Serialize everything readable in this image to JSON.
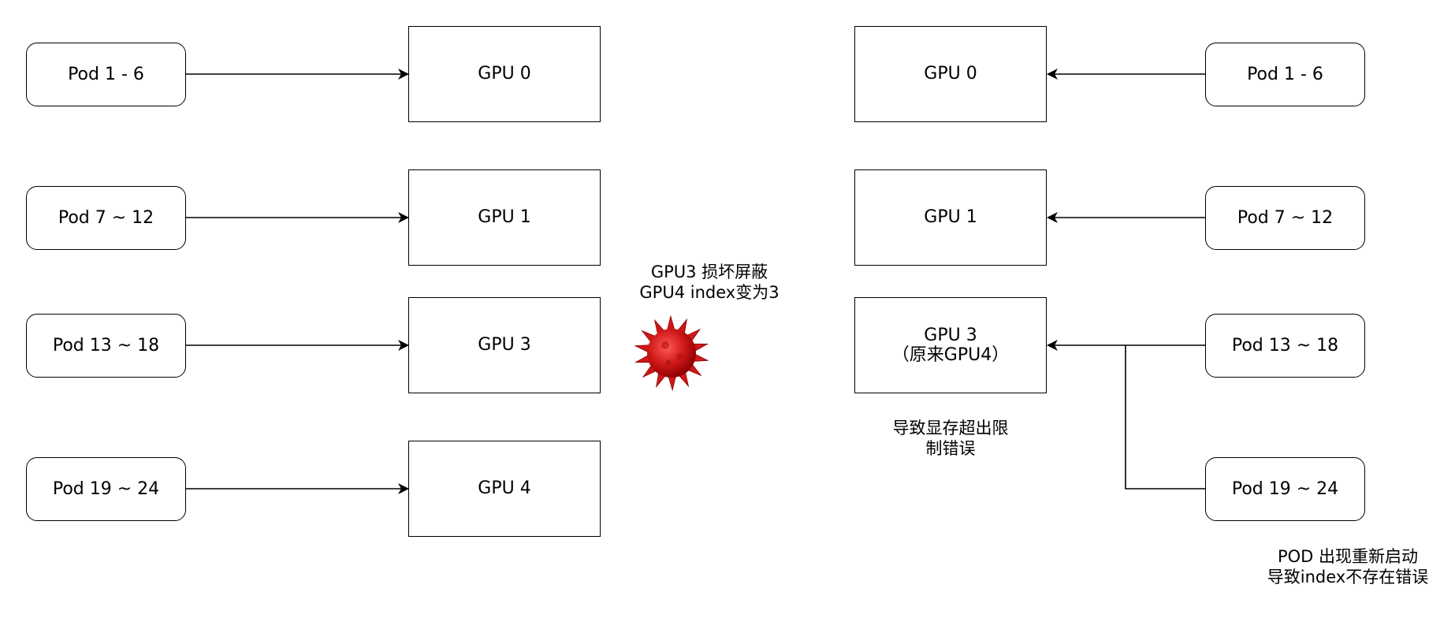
{
  "left": {
    "pods": [
      "Pod 1 - 6",
      "Pod 7 ~ 12",
      "Pod 13 ~ 18",
      "Pod 19 ~ 24"
    ],
    "gpus": [
      "GPU 0",
      "GPU 1",
      "GPU 3",
      "GPU 4"
    ]
  },
  "middle_note": "GPU3 损坏屏蔽\nGPU4 index变为3",
  "right": {
    "gpus": [
      "GPU 0",
      "GPU 1",
      "GPU 3\n（原来GPU4）"
    ],
    "pods": [
      "Pod 1 - 6",
      "Pod 7 ~ 12",
      "Pod 13 ~ 18",
      "Pod 19 ~ 24"
    ]
  },
  "right_gpu_note": "导致显存超出限\n制错误",
  "right_pod_note": "POD 出现重新启动\n导致index不存在错误",
  "colors": {
    "stroke": "#000000",
    "virus_fill": "#d01818",
    "virus_dark": "#8a0000"
  },
  "icons": {
    "failure": "virus-icon"
  }
}
